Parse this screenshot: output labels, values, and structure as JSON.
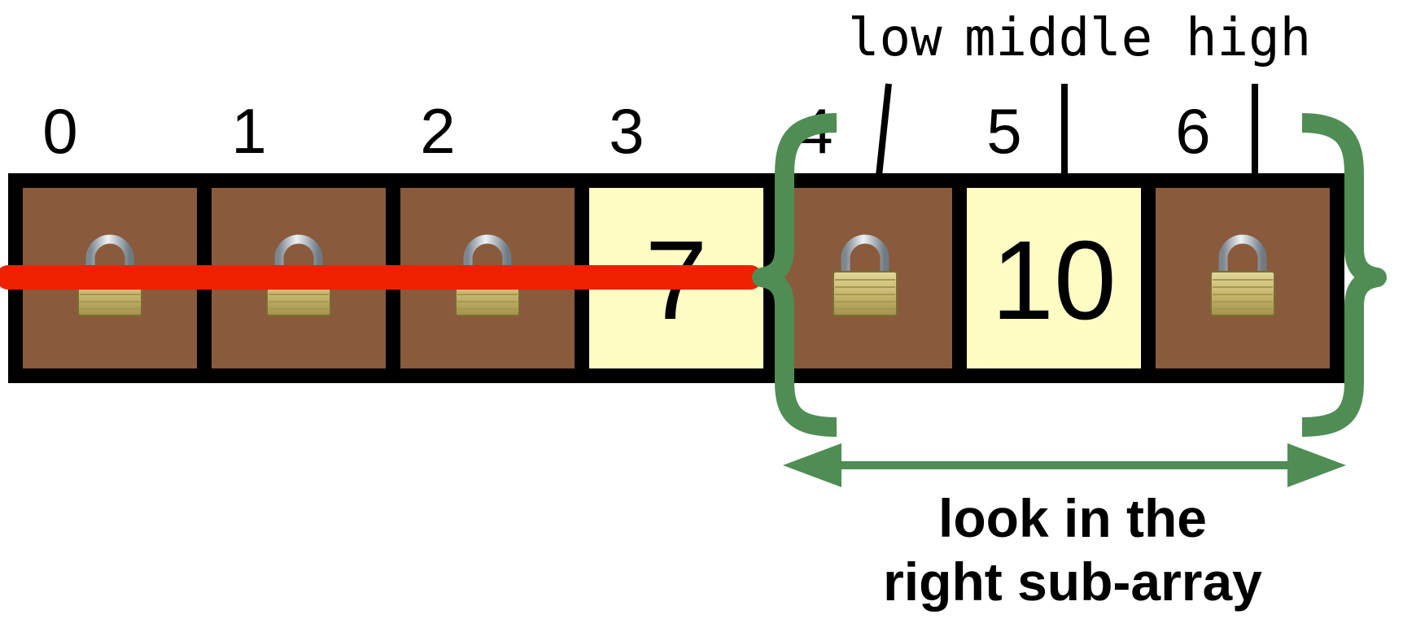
{
  "pointers": {
    "low": "low",
    "middle": "middle",
    "high": "high"
  },
  "cells": [
    {
      "index": "0",
      "locked": true,
      "value": ""
    },
    {
      "index": "1",
      "locked": true,
      "value": ""
    },
    {
      "index": "2",
      "locked": true,
      "value": ""
    },
    {
      "index": "3",
      "locked": false,
      "value": "7"
    },
    {
      "index": "4",
      "locked": true,
      "value": ""
    },
    {
      "index": "5",
      "locked": false,
      "value": "10"
    },
    {
      "index": "6",
      "locked": true,
      "value": ""
    }
  ],
  "caption": {
    "line1": "look in the",
    "line2": "right sub-array"
  },
  "colors": {
    "locked_cell": "#8a5a3c",
    "open_cell": "#fdfdc3",
    "border": "#000000",
    "strike": "#ee2000",
    "brace": "#4f8d55"
  },
  "icons": {
    "lock": "padlock-icon"
  }
}
